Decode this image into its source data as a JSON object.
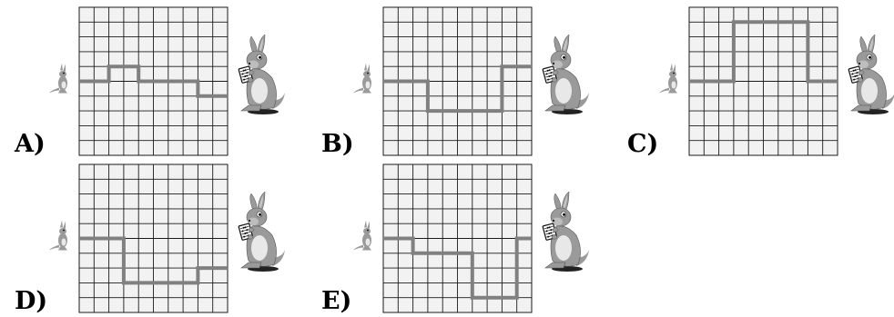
{
  "options": [
    {
      "label": "A)",
      "path": [
        [
          0,
          5
        ],
        [
          2,
          5
        ],
        [
          2,
          4
        ],
        [
          4,
          4
        ],
        [
          4,
          5
        ],
        [
          8,
          5
        ],
        [
          8,
          6
        ],
        [
          10,
          6
        ]
      ]
    },
    {
      "label": "B)",
      "path": [
        [
          0,
          5
        ],
        [
          3,
          5
        ],
        [
          3,
          7
        ],
        [
          8,
          7
        ],
        [
          8,
          4
        ],
        [
          10,
          4
        ]
      ]
    },
    {
      "label": "C)",
      "path": [
        [
          0,
          5
        ],
        [
          3,
          5
        ],
        [
          3,
          1
        ],
        [
          8,
          1
        ],
        [
          8,
          5
        ],
        [
          10,
          5
        ]
      ]
    },
    {
      "label": "D)",
      "path": [
        [
          0,
          5
        ],
        [
          3,
          5
        ],
        [
          3,
          8
        ],
        [
          8,
          8
        ],
        [
          8,
          7
        ],
        [
          10,
          7
        ]
      ]
    },
    {
      "label": "E)",
      "path": [
        [
          0,
          5
        ],
        [
          2,
          5
        ],
        [
          2,
          6
        ],
        [
          6,
          6
        ],
        [
          6,
          9
        ],
        [
          9,
          9
        ],
        [
          9,
          5
        ],
        [
          10,
          5
        ]
      ]
    }
  ],
  "grid": {
    "cols": 10,
    "rows": 10
  },
  "colors": {
    "grid_fill": "#f2f2f2",
    "grid_line": "#1a1a1a",
    "path": "#808080",
    "kangaroo": "#9a9a9a",
    "kangaroo_light": "#e8e8e8"
  },
  "icons": [
    "small-kangaroo-icon",
    "big-kangaroo-icon",
    "abacus-icon"
  ]
}
